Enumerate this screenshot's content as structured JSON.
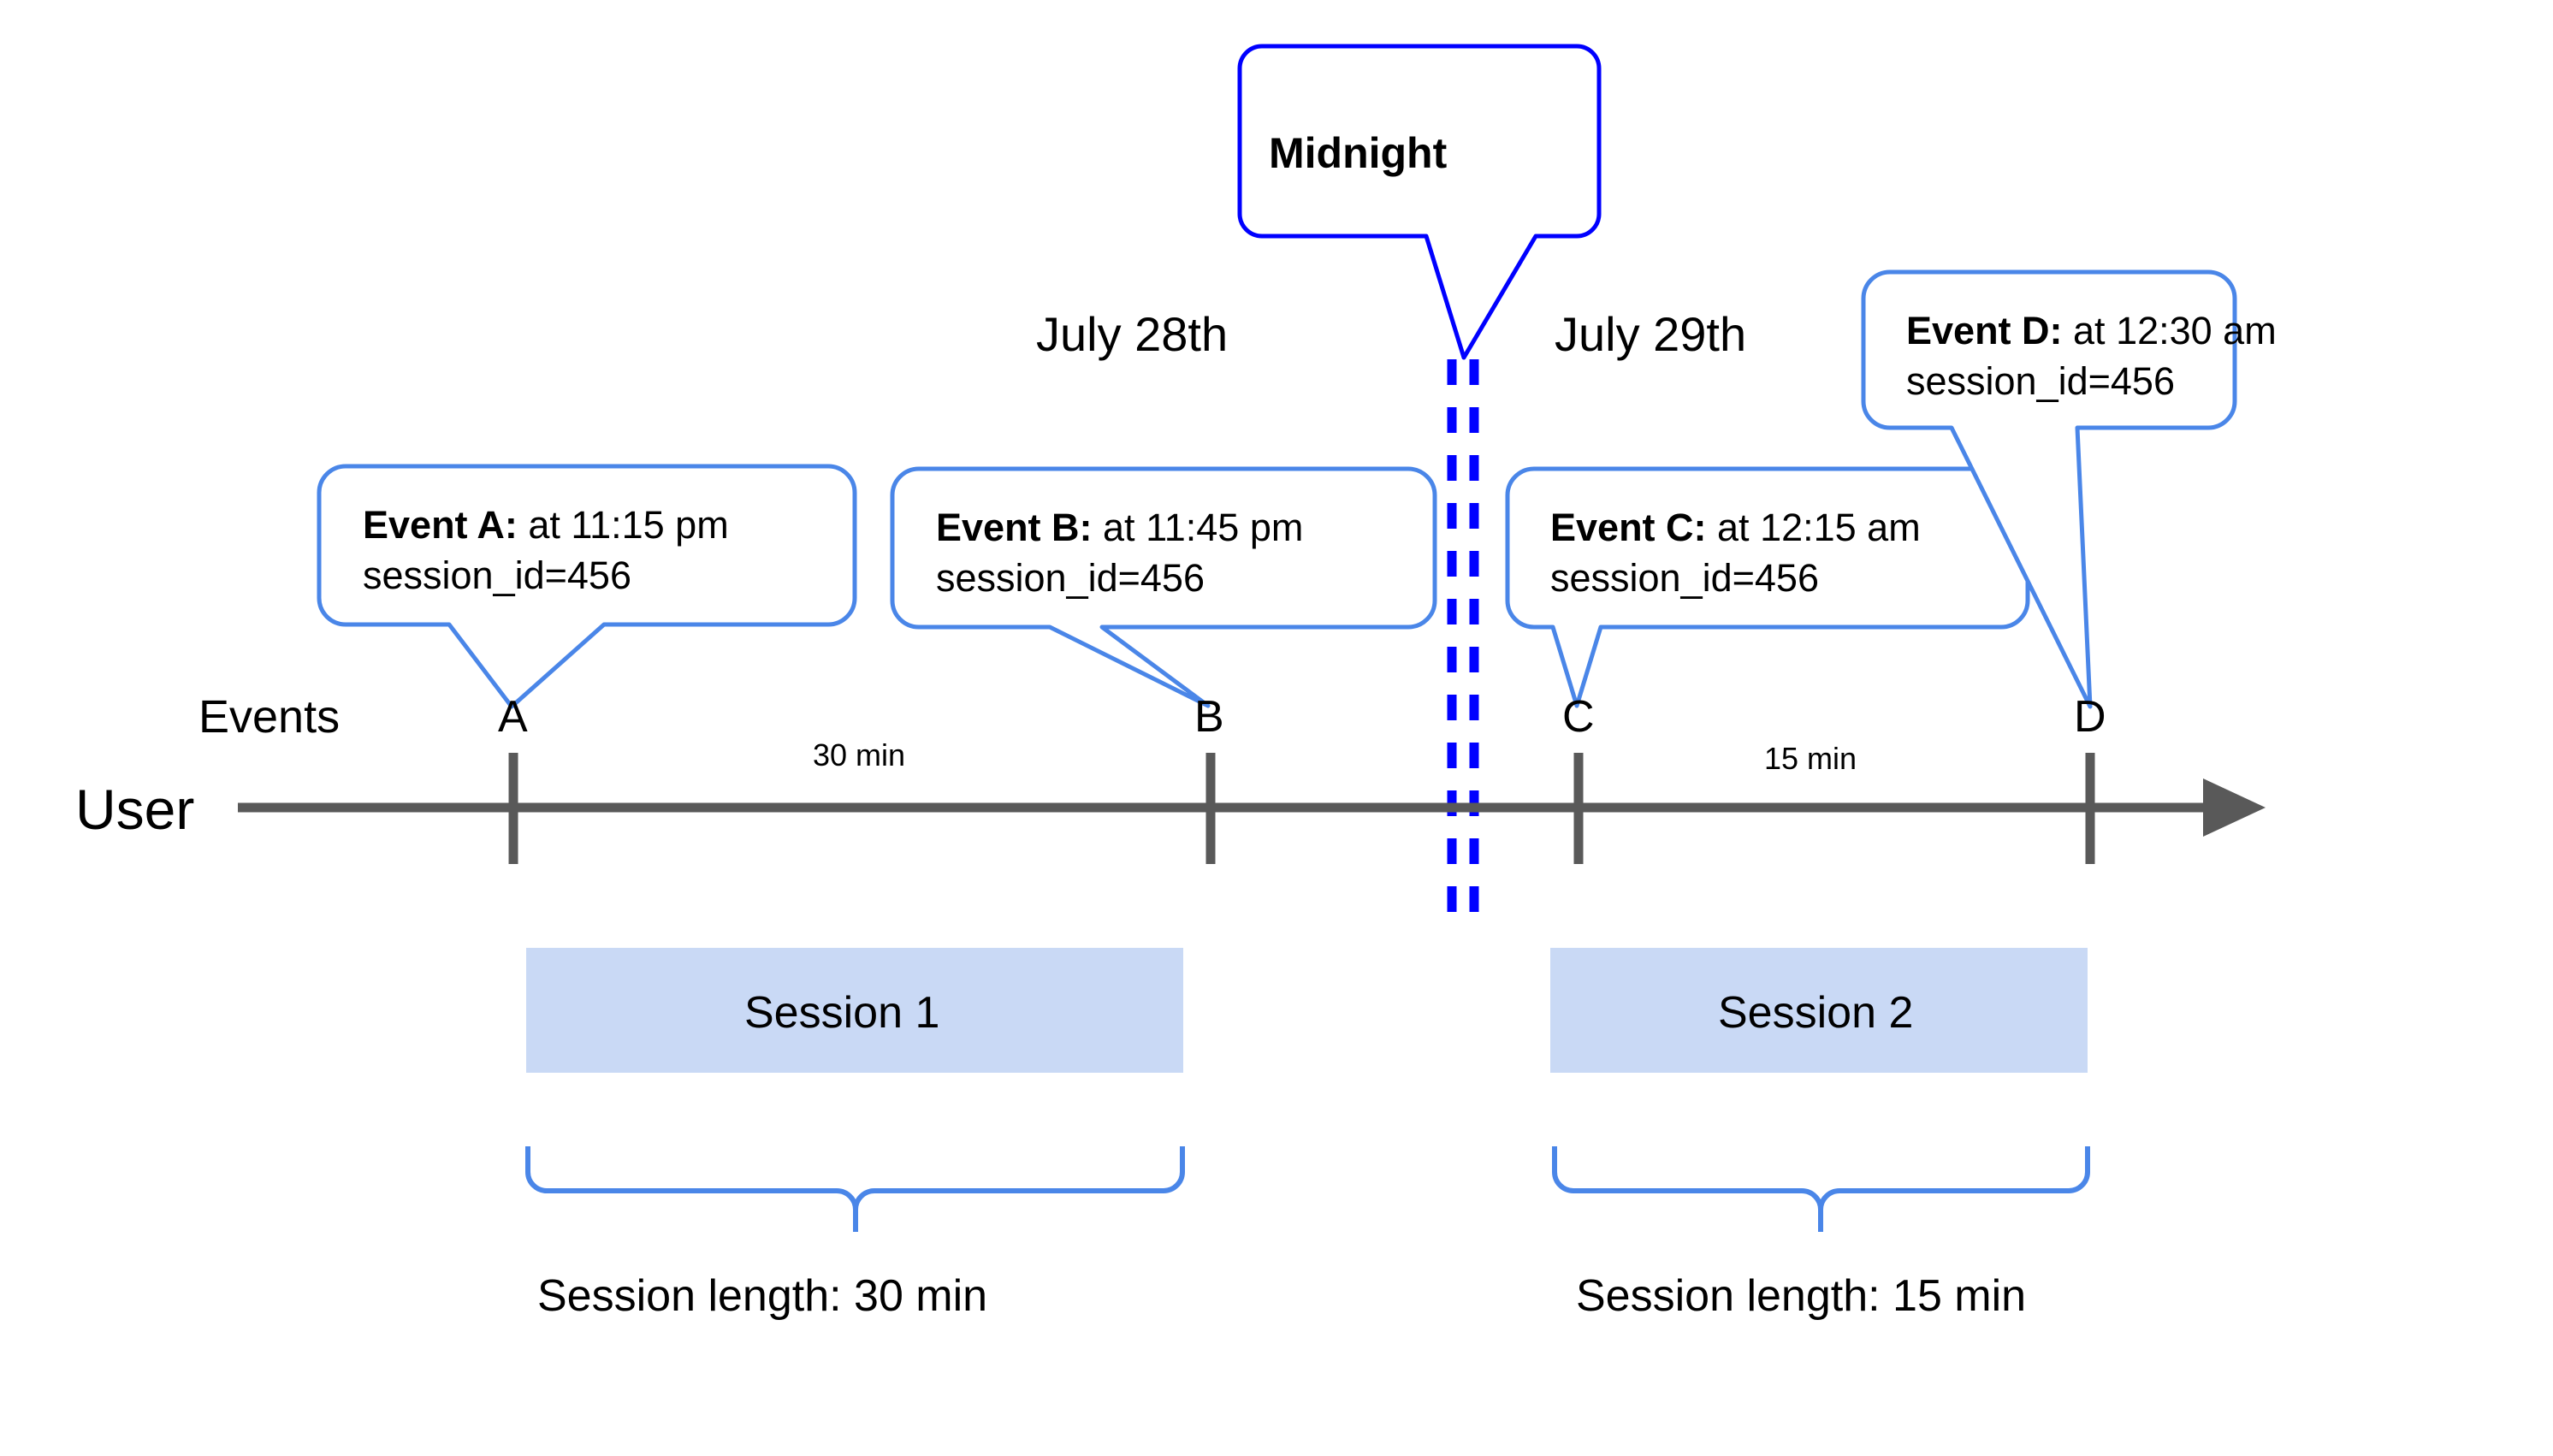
{
  "diagram": {
    "title_callout": {
      "label": "Midnight"
    },
    "day_labels": [
      {
        "name": "day-label-left",
        "text": "July 28th"
      },
      {
        "name": "day-label-right",
        "text": "July 29th"
      }
    ],
    "row_labels": {
      "events": "Events",
      "user": "User"
    },
    "event_callouts": [
      {
        "id": "A",
        "bold": "Event A:",
        "rest": " at 11:15 pm",
        "line2": "session_id=456"
      },
      {
        "id": "B",
        "bold": "Event B:",
        "rest": " at 11:45 pm",
        "line2": "session_id=456"
      },
      {
        "id": "C",
        "bold": "Event C:",
        "rest": " at 12:15 am",
        "line2": "session_id=456"
      },
      {
        "id": "D",
        "bold": "Event D:",
        "rest": " at 12:30 am",
        "line2": "session_id=456"
      }
    ],
    "tick_labels": [
      {
        "text": "A"
      },
      {
        "text": "B"
      },
      {
        "text": "C"
      },
      {
        "text": "D"
      }
    ],
    "interval_labels": [
      {
        "text": "30 min"
      },
      {
        "text": "15 min"
      }
    ],
    "session_boxes": [
      {
        "text": "Session 1"
      },
      {
        "text": "Session 2"
      }
    ],
    "session_lengths": [
      {
        "text": "Session length: 30 min"
      },
      {
        "text": "Session length: 15 min"
      }
    ],
    "colors": {
      "callout_border": "#4a86e8",
      "midnight_border": "#0000ff",
      "midnight_dash": "#0000ff",
      "session_fill": "#c9d9f5",
      "axis": "#595959",
      "brace": "#4a86e8",
      "text": "#000000",
      "background": "#ffffff"
    }
  },
  "chart_data": {
    "type": "timeline",
    "title": "Session splitting across midnight",
    "axis": {
      "name": "User",
      "series_label": "Events",
      "direction": "left-to-right"
    },
    "day_boundary": {
      "label": "Midnight",
      "between": [
        "July 28th",
        "July 29th"
      ]
    },
    "events": [
      {
        "id": "A",
        "time": "11:15 pm",
        "day": "July 28th",
        "session_id": 456,
        "session": "Session 1"
      },
      {
        "id": "B",
        "time": "11:45 pm",
        "day": "July 28th",
        "session_id": 456,
        "session": "Session 1"
      },
      {
        "id": "C",
        "time": "12:15 am",
        "day": "July 29th",
        "session_id": 456,
        "session": "Session 2"
      },
      {
        "id": "D",
        "time": "12:30 am",
        "day": "July 29th",
        "session_id": 456,
        "session": "Session 2"
      }
    ],
    "intervals": [
      {
        "from": "A",
        "to": "B",
        "label": "30 min"
      },
      {
        "from": "C",
        "to": "D",
        "label": "15 min"
      }
    ],
    "sessions": [
      {
        "name": "Session 1",
        "events": [
          "A",
          "B"
        ],
        "length": "30 min"
      },
      {
        "name": "Session 2",
        "events": [
          "C",
          "D"
        ],
        "length": "15 min"
      }
    ]
  }
}
